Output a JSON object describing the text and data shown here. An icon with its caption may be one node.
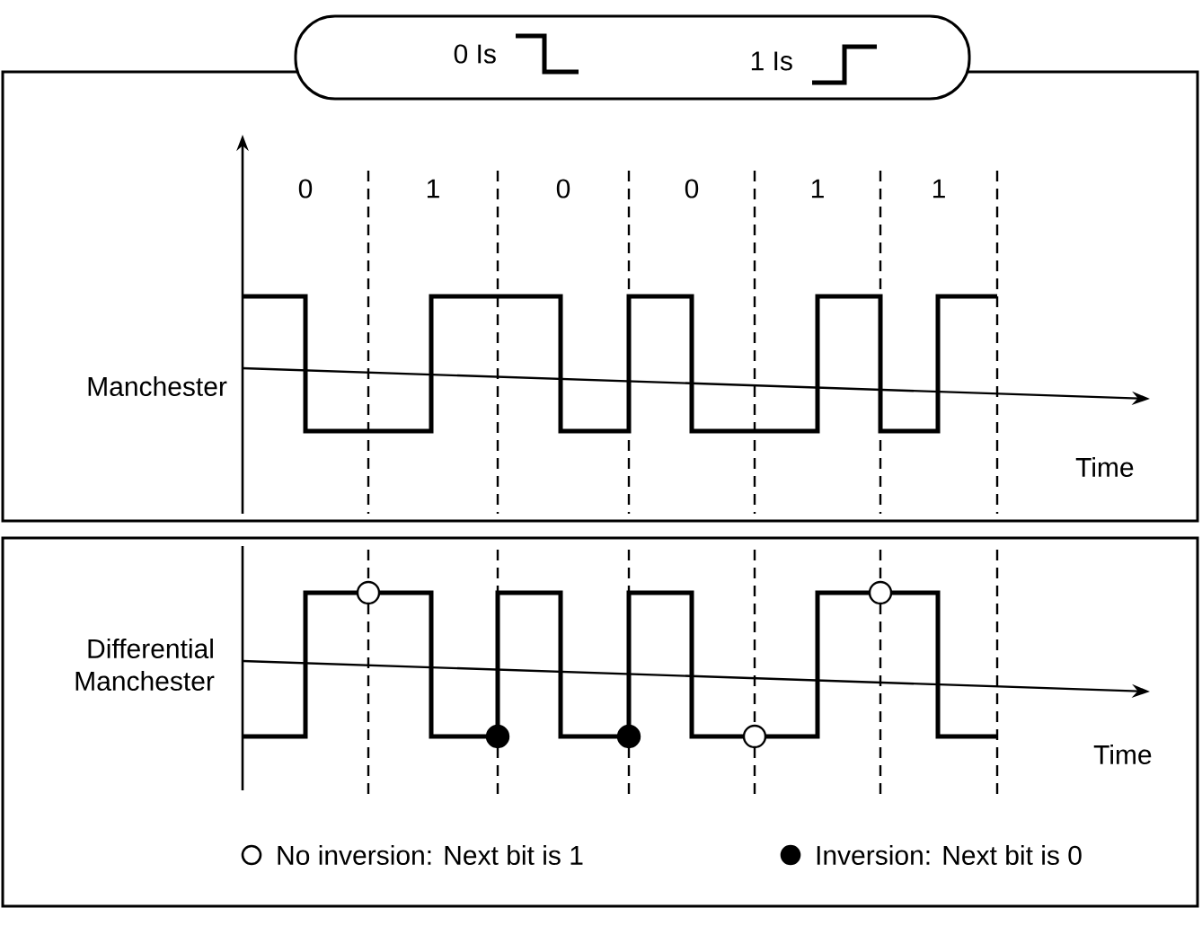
{
  "diagram": {
    "nodes": [
      {
        "text": [
          "0 Is",
          "1 Is"
        ]
      },
      {
        "text": [
          "Manchester",
          "Time"
        ]
      },
      {
        "text": [
          "Differential Manchester",
          "Time"
        ]
      }
    ],
    "labels": [
      "0",
      "1",
      "0",
      "0",
      "1",
      "1"
    ],
    "legend": [
      {
        "text": "No inversion: Next bit is 1"
      },
      {
        "text": "Inversion: Next bit is 0"
      }
    ]
  }
}
